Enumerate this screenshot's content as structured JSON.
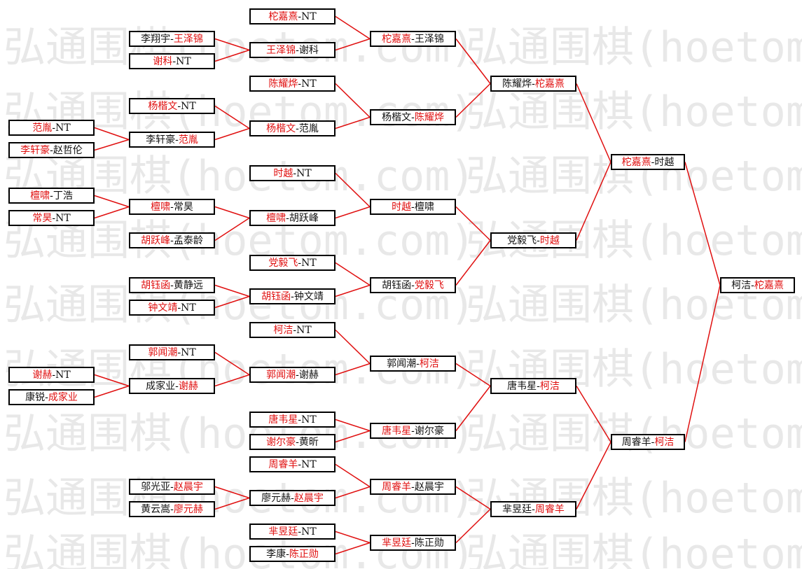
{
  "watermark": "弘通围棋(hoetom.com)",
  "colors": {
    "winner": "#e01010",
    "loser": "#111111",
    "line": "#e01010",
    "border": "#000000"
  },
  "matches": [
    {
      "id": "r1m1",
      "a": "范胤",
      "b": "NT",
      "winner": "a"
    },
    {
      "id": "r1m2",
      "a": "李轩豪",
      "b": "赵哲伦",
      "winner": "a"
    },
    {
      "id": "r1m3",
      "a": "檀啸",
      "b": "丁浩",
      "winner": "a"
    },
    {
      "id": "r1m4",
      "a": "常昊",
      "b": "NT",
      "winner": "a"
    },
    {
      "id": "r1m5",
      "a": "谢赫",
      "b": "NT",
      "winner": "a"
    },
    {
      "id": "r1m6",
      "a": "康锐",
      "b": "成家业",
      "winner": "b"
    },
    {
      "id": "r2m1",
      "a": "李翔宇",
      "b": "王泽锦",
      "winner": "b"
    },
    {
      "id": "r2m2",
      "a": "谢科",
      "b": "NT",
      "winner": "a"
    },
    {
      "id": "r2m3",
      "a": "杨楷文",
      "b": "NT",
      "winner": "a"
    },
    {
      "id": "r2m4",
      "a": "李轩豪",
      "b": "范胤",
      "winner": "b"
    },
    {
      "id": "r2m5",
      "a": "檀啸",
      "b": "常昊",
      "winner": "a"
    },
    {
      "id": "r2m6",
      "a": "胡跃峰",
      "b": "孟泰龄",
      "winner": "a"
    },
    {
      "id": "r2m7",
      "a": "胡钰函",
      "b": "黄静远",
      "winner": "a"
    },
    {
      "id": "r2m8",
      "a": "钟文靖",
      "b": "NT",
      "winner": "a"
    },
    {
      "id": "r2m9",
      "a": "郭闻潮",
      "b": "NT",
      "winner": "a"
    },
    {
      "id": "r2m10",
      "a": "成家业",
      "b": "谢赫",
      "winner": "b"
    },
    {
      "id": "r2m11",
      "a": "邬光亚",
      "b": "赵晨宇",
      "winner": "b"
    },
    {
      "id": "r2m12",
      "a": "黄云嵩",
      "b": "廖元赫",
      "winner": "b"
    },
    {
      "id": "r3m1",
      "a": "柁嘉熹",
      "b": "NT",
      "winner": "a"
    },
    {
      "id": "r3m2",
      "a": "王泽锦",
      "b": "谢科",
      "winner": "a"
    },
    {
      "id": "r3m3",
      "a": "陈耀烨",
      "b": "NT",
      "winner": "a"
    },
    {
      "id": "r3m4",
      "a": "杨楷文",
      "b": "范胤",
      "winner": "a"
    },
    {
      "id": "r3m5",
      "a": "时越",
      "b": "NT",
      "winner": "a"
    },
    {
      "id": "r3m6",
      "a": "檀啸",
      "b": "胡跃峰",
      "winner": "a"
    },
    {
      "id": "r3m7",
      "a": "党毅飞",
      "b": "NT",
      "winner": "a"
    },
    {
      "id": "r3m8",
      "a": "胡钰函",
      "b": "钟文靖",
      "winner": "a"
    },
    {
      "id": "r3m9",
      "a": "柯洁",
      "b": "NT",
      "winner": "a"
    },
    {
      "id": "r3m10",
      "a": "郭闻潮",
      "b": "谢赫",
      "winner": "a"
    },
    {
      "id": "r3m11",
      "a": "唐韦星",
      "b": "NT",
      "winner": "a"
    },
    {
      "id": "r3m12",
      "a": "谢尔豪",
      "b": "黄昕",
      "winner": "a"
    },
    {
      "id": "r3m13",
      "a": "周睿羊",
      "b": "NT",
      "winner": "a"
    },
    {
      "id": "r3m14",
      "a": "廖元赫",
      "b": "赵晨宇",
      "winner": "b"
    },
    {
      "id": "r3m15",
      "a": "芈昱廷",
      "b": "NT",
      "winner": "a"
    },
    {
      "id": "r3m16",
      "a": "李康",
      "b": "陈正勋",
      "winner": "b"
    },
    {
      "id": "r4m1",
      "a": "柁嘉熹",
      "b": "王泽锦",
      "winner": "a"
    },
    {
      "id": "r4m2",
      "a": "杨楷文",
      "b": "陈耀烨",
      "winner": "b"
    },
    {
      "id": "r4m3",
      "a": "时越",
      "b": "檀啸",
      "winner": "a"
    },
    {
      "id": "r4m4",
      "a": "胡钰函",
      "b": "党毅飞",
      "winner": "b"
    },
    {
      "id": "r4m5",
      "a": "郭闻潮",
      "b": "柯洁",
      "winner": "b"
    },
    {
      "id": "r4m6",
      "a": "唐韦星",
      "b": "谢尔豪",
      "winner": "a"
    },
    {
      "id": "r4m7",
      "a": "周睿羊",
      "b": "赵晨宇",
      "winner": "a"
    },
    {
      "id": "r4m8",
      "a": "芈昱廷",
      "b": "陈正勋",
      "winner": "a"
    },
    {
      "id": "r5m1",
      "a": "陈耀烨",
      "b": "柁嘉熹",
      "winner": "b"
    },
    {
      "id": "r5m2",
      "a": "党毅飞",
      "b": "时越",
      "winner": "b"
    },
    {
      "id": "r5m3",
      "a": "唐韦星",
      "b": "柯洁",
      "winner": "b"
    },
    {
      "id": "r5m4",
      "a": "芈昱廷",
      "b": "周睿羊",
      "winner": "b"
    },
    {
      "id": "r6m1",
      "a": "柁嘉熹",
      "b": "时越",
      "winner": "a"
    },
    {
      "id": "r6m2",
      "a": "周睿羊",
      "b": "柯洁",
      "winner": "b"
    },
    {
      "id": "r7m1",
      "a": "柯洁",
      "b": "柁嘉熹",
      "winner": "b"
    }
  ]
}
